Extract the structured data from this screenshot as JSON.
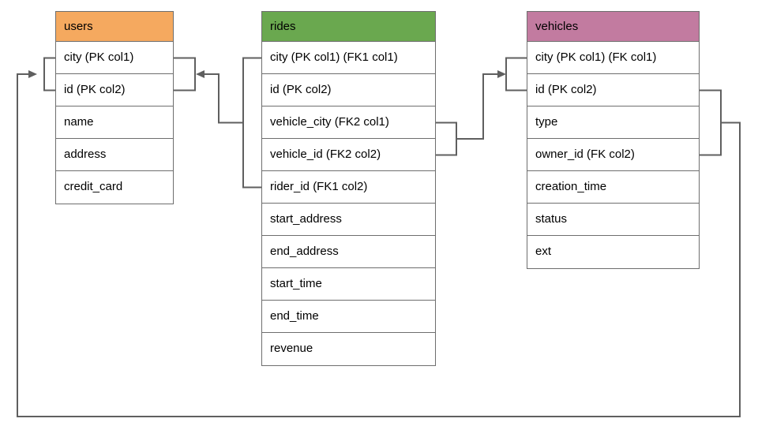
{
  "colors": {
    "users_header": "#f5a95f",
    "rides_header": "#6aa84f",
    "vehicles_header": "#c27ba0",
    "connector": "#5f5f5f",
    "border": "#6e6e6e",
    "text": "#000000",
    "background": "#ffffff"
  },
  "tables": {
    "users": {
      "name": "users",
      "columns": [
        "city (PK col1)",
        "id (PK col2)",
        "name",
        "address",
        "credit_card"
      ]
    },
    "rides": {
      "name": "rides",
      "columns": [
        "city (PK col1) (FK1 col1)",
        "id (PK col2)",
        "vehicle_city (FK2 col1)",
        "vehicle_id (FK2 col2)",
        "rider_id (FK1 col2)",
        "start_address",
        "end_address",
        "start_time",
        "end_time",
        "revenue"
      ]
    },
    "vehicles": {
      "name": "vehicles",
      "columns": [
        "city (PK col1) (FK col1)",
        "id (PK col2)",
        "type",
        "owner_id (FK col2)",
        "creation_time",
        "status",
        "ext"
      ]
    }
  },
  "relationships": [
    {
      "from_table": "rides",
      "from_columns": "city, rider_id",
      "to_table": "users",
      "to_columns": "city, id",
      "key": "FK1"
    },
    {
      "from_table": "rides",
      "from_columns": "vehicle_city, vehicle_id",
      "to_table": "vehicles",
      "to_columns": "city, id",
      "key": "FK2"
    },
    {
      "from_table": "vehicles",
      "from_columns": "id, owner_id",
      "to_table": "users",
      "to_columns": "city, id",
      "key": "FK"
    }
  ]
}
